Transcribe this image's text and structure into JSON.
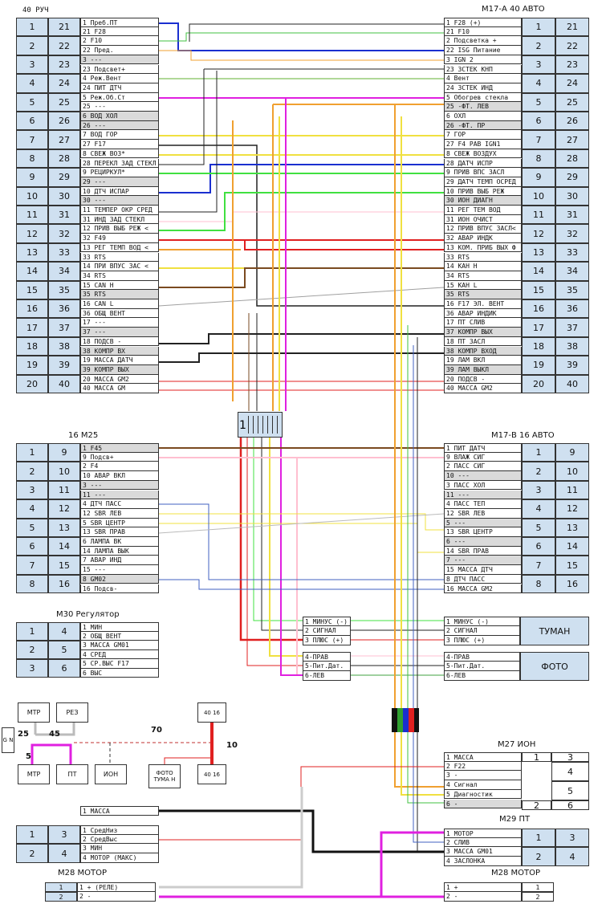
{
  "header": {
    "title_left": "40 РУЧ",
    "title_right": "М17-А 40 АВТО"
  },
  "left40": {
    "pins": [
      "1",
      "21",
      "2",
      "22",
      "3",
      "23",
      "4",
      "24",
      "5",
      "25",
      "6",
      "26",
      "7",
      "27",
      "8",
      "28",
      "9",
      "29",
      "10",
      "30",
      "11",
      "31",
      "12",
      "32",
      "13",
      "33",
      "14",
      "34",
      "15",
      "35",
      "16",
      "36",
      "17",
      "37",
      "18",
      "38",
      "19",
      "39",
      "20",
      "40"
    ],
    "rows": [
      "1 Преб.ПТ",
      "21 F28",
      "2 F10",
      "22 Пред.",
      "3 ---",
      "23 Подсвет+",
      "4 Реж.Вент",
      "24 ПИТ ДТЧ",
      "5 Реж.Об.Ст",
      "25 ---",
      "6 ВОД ХОЛ",
      "26 ---",
      "7 ВОД ГОР",
      "27 F17",
      "8 СВЕЖ ВОЗ*",
      "28 ПЕРЕКЛ ЗАД СТЕКЛ",
      "9 РЕЦИРКУЛ*",
      "29 ---",
      "10 ДТЧ ИСПАР",
      "30 ---",
      "11 ТЕМПЕР ОКР СРЕД",
      "31 ИНД ЗАД СТЕКЛ",
      "12 ПРИВ ВЫБ РЕЖ <",
      "32 F49",
      "13 РЕГ ТЕМП ВОД <",
      "33 RTS",
      "14 ПРИ ВПУС ЗАС <",
      "34 RTS",
      "15 CAN H",
      "35 RTS",
      "16 CAN L",
      "36 ОБЩ ВЕНТ",
      "17 ---",
      "37 ---",
      "18 ПОДСВ -",
      "38 КОМПР ВХ",
      "19 МАССА ДАТЧ",
      "39 КОМПР ВЫХ",
      "20 МАССА GM2",
      "40 МАССА GM"
    ]
  },
  "right40": {
    "rows": [
      "1 F28 (+)",
      "21 F10",
      "2 Подсветка +",
      "22 ISG Питание",
      "3 IGN 2",
      "23 ЗСТЕК КНП",
      "4 Вент",
      "24 ЗСТЕК ИНД",
      "5 Обогрев стекла",
      "25 -ФТ. ЛЕВ",
      "6 ОХЛ",
      "26 -ФТ. ПР",
      "7 ГОР",
      "27 F4 PAB IGN1",
      "8 СВЕЖ ВОЗДУХ",
      "28 ДАТЧ ИСПР",
      "9 ПРИВ ВПС ЗАСЛ",
      "29 ДАТЧ ТЕМП ОСРЕД",
      "10 ПРИВ ВЫБ РЕЖ",
      "30 ИОН ДИАГН",
      "11 РЕГ ТЕМ ВОД",
      "31 ИОН ОЧИСТ",
      "12 ПРИВ ВПУС ЗАСЛ<",
      "32 АВАР ИНДК",
      "13 КОМ. ПРИБ ВЫХ Ф",
      "33 RTS",
      "14 КАН Н",
      "34 RTS",
      "15 КАН L",
      "35 RTS",
      "16 F17 ЭЛ. ВЕНТ",
      "36 АВАР ИНДИК",
      "17 ПТ СЛИВ",
      "37 КОМПР ВЫХ",
      "18 ПТ ЗАСЛ",
      "38 КОМПР ВХОД",
      "19 ЛАМ ВКЛ",
      "39 ЛАМ ВЫКЛ",
      "20 ПОДСВ -",
      "40 МАССА GM2"
    ]
  },
  "m25": {
    "title": "16 М25",
    "pins": [
      "1",
      "9",
      "2",
      "10",
      "3",
      "11",
      "4",
      "12",
      "5",
      "13",
      "6",
      "14",
      "7",
      "15",
      "8",
      "16"
    ],
    "rows": [
      "1 F45",
      "9 Подсв+",
      "2 F4",
      "10 АВАР ВКЛ",
      "3 ---",
      "11 ---",
      "4 ДТЧ ПАСС",
      "12 SBR ЛЕВ",
      "5 SBR ЦЕНТР",
      "13 SBR ПРАВ",
      "6 ЛАМПА ВК",
      "14 ЛАМПА ВЫК",
      "7 АВАР ИНД",
      "15 ---",
      "8 GM02",
      "16 Подсв-"
    ]
  },
  "m17b": {
    "title": "М17-В 16 АВТО",
    "rows": [
      "1 ПИТ ДАТЧ",
      "9 ВЛАЖ СИГ",
      "2 ПАСС СИГ",
      "10 ---",
      "3 ПАСС ХОЛ",
      "11 ---",
      "4 ПАСС ТЕП",
      "12 SBR ЛЕВ",
      "5 ---",
      "13 SBR ЦЕНТР",
      "6 ---",
      "14 SBR ПРАВ",
      "7 ---",
      "15 МАССА ДТЧ",
      "8 ДТЧ ПАСС",
      "16 МАССА GM2"
    ]
  },
  "m30": {
    "title": "М30 Регулятор",
    "pins": [
      "1",
      "4",
      "2",
      "5",
      "3",
      "6"
    ],
    "rows": [
      "1 МИН",
      "2 ОБЩ ВЕНТ",
      "3 МАССА GM01",
      "4 СРЕД",
      "5 СР.ВЫС F17",
      "6 ВЫС"
    ]
  },
  "splice": {
    "label": "1"
  },
  "fog_left": [
    "1 МИНУС (-)",
    "2 СИГНАЛ",
    "3 ПЛЮС (+)"
  ],
  "fog_right": [
    "1 МИНУС (-)",
    "2 СИГНАЛ",
    "3 ПЛЮС (+)"
  ],
  "fog_label": "ТУМАН",
  "photo_left": [
    "4-ПРАВ",
    "5-Пит.Дат.",
    "6-ЛЕВ"
  ],
  "photo_right": [
    "4-ПРАВ",
    "5-Пит.Дат.",
    "6-ЛЕВ"
  ],
  "photo_label": "ФОТО",
  "mini": {
    "mtr_top": "МТР",
    "rez": "РЕЗ",
    "gn": "G N",
    "mtr_bot": "МТР",
    "pt": "ПТ",
    "ion": "ИОН",
    "foto": "ФОТО ТУМА Н",
    "b4016a": "40 16",
    "b4016b": "40 16",
    "n25": "25",
    "n45": "45",
    "n70": "70",
    "n10": "10",
    "n5": "5"
  },
  "m27": {
    "title": "М27 ИОН",
    "rows": [
      "1 МАССА",
      "2 F22",
      "3 -",
      "4 Сигнал",
      "5 Диагностик",
      "6 -"
    ],
    "pins": [
      "1",
      "3",
      "4",
      "5",
      "2",
      "6"
    ]
  },
  "massa_row": "1 МАССА",
  "m29": {
    "title": "М29 ПТ",
    "rows": [
      "1 МОТОР",
      "2 СЛИВ",
      "3 МАССА GM01",
      "4 ЗАСЛОНКА"
    ],
    "pins": [
      "1",
      "3",
      "2",
      "4"
    ]
  },
  "left_small": {
    "pins": [
      "1",
      "3",
      "2",
      "4"
    ],
    "rows": [
      "1 СредНиз",
      "2 СредВыс",
      "3 МИН",
      "4 МОТОР (МАКС)"
    ]
  },
  "m28_left": {
    "title": "М28 МОТОР",
    "pins": [
      "1",
      "2"
    ],
    "rows": [
      "1 + (РЕЛЕ)",
      "2 -"
    ]
  },
  "m28_right": {
    "title": "М28 МОТОР",
    "rows": [
      "1 +",
      "2 -"
    ],
    "pins": [
      "1",
      "2"
    ]
  }
}
